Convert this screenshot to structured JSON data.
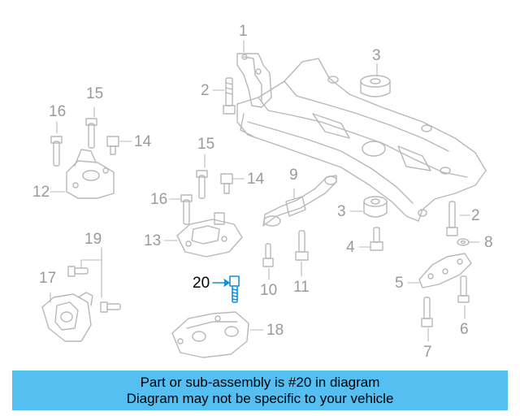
{
  "callouts": [
    "1",
    "2",
    "3",
    "16",
    "15",
    "14",
    "12",
    "15",
    "14",
    "16",
    "13",
    "9",
    "3",
    "2",
    "8",
    "4",
    "5",
    "19",
    "17",
    "10",
    "11",
    "6",
    "20",
    "18",
    "7"
  ],
  "highlight_callout": "20",
  "highlight_color": "#1a8fd8",
  "line_color": "#b8b8b8",
  "banner": {
    "line1": "Part or sub-assembly is #20 in diagram",
    "line2": "Diagram may not be specific to your vehicle",
    "background": "#55bff2"
  }
}
